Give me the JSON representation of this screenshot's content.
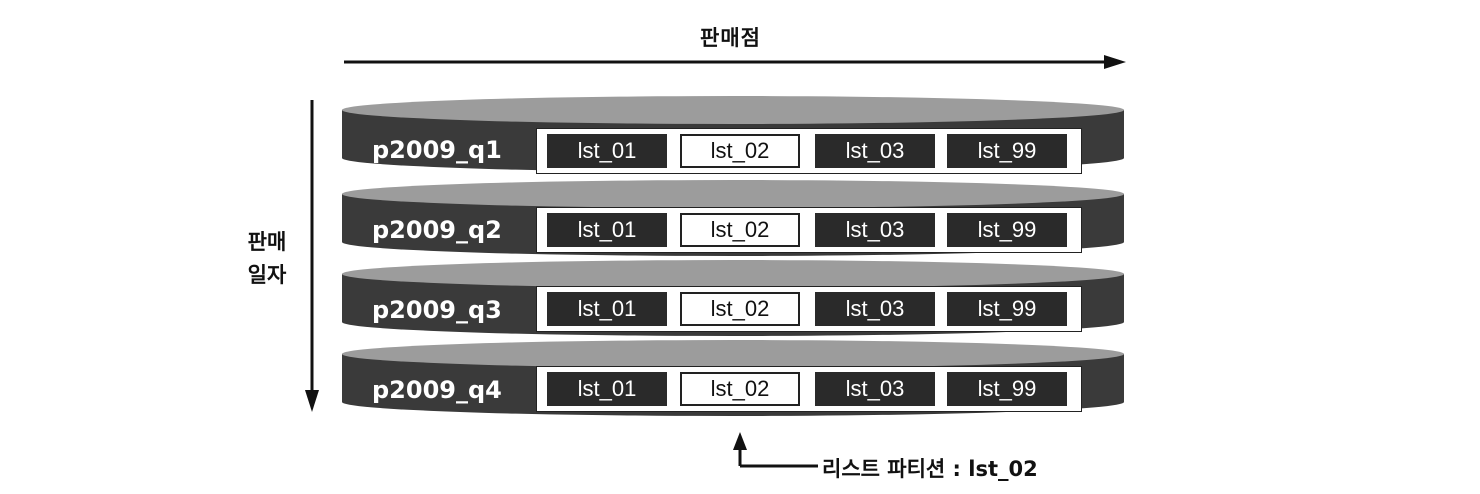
{
  "horizontal_axis_label": "판매점",
  "vertical_axis_label_line1": "판매",
  "vertical_axis_label_line2": "일자",
  "callout_label": "리스트 파티션 : lst_02",
  "colors": {
    "disk_dark": "#3a3a3a",
    "disk_top": "#9c9c9c",
    "subpartition_dark": "#2a2a2a",
    "highlight": "#ffffff"
  },
  "partitions": [
    {
      "name": "p2009_q1",
      "subpartitions": [
        "lst_01",
        "lst_02",
        "lst_03",
        "lst_99"
      ]
    },
    {
      "name": "p2009_q2",
      "subpartitions": [
        "lst_01",
        "lst_02",
        "lst_03",
        "lst_99"
      ]
    },
    {
      "name": "p2009_q3",
      "subpartitions": [
        "lst_01",
        "lst_02",
        "lst_03",
        "lst_99"
      ]
    },
    {
      "name": "p2009_q4",
      "subpartitions": [
        "lst_01",
        "lst_02",
        "lst_03",
        "lst_99"
      ]
    }
  ],
  "highlighted_subpartition": "lst_02"
}
